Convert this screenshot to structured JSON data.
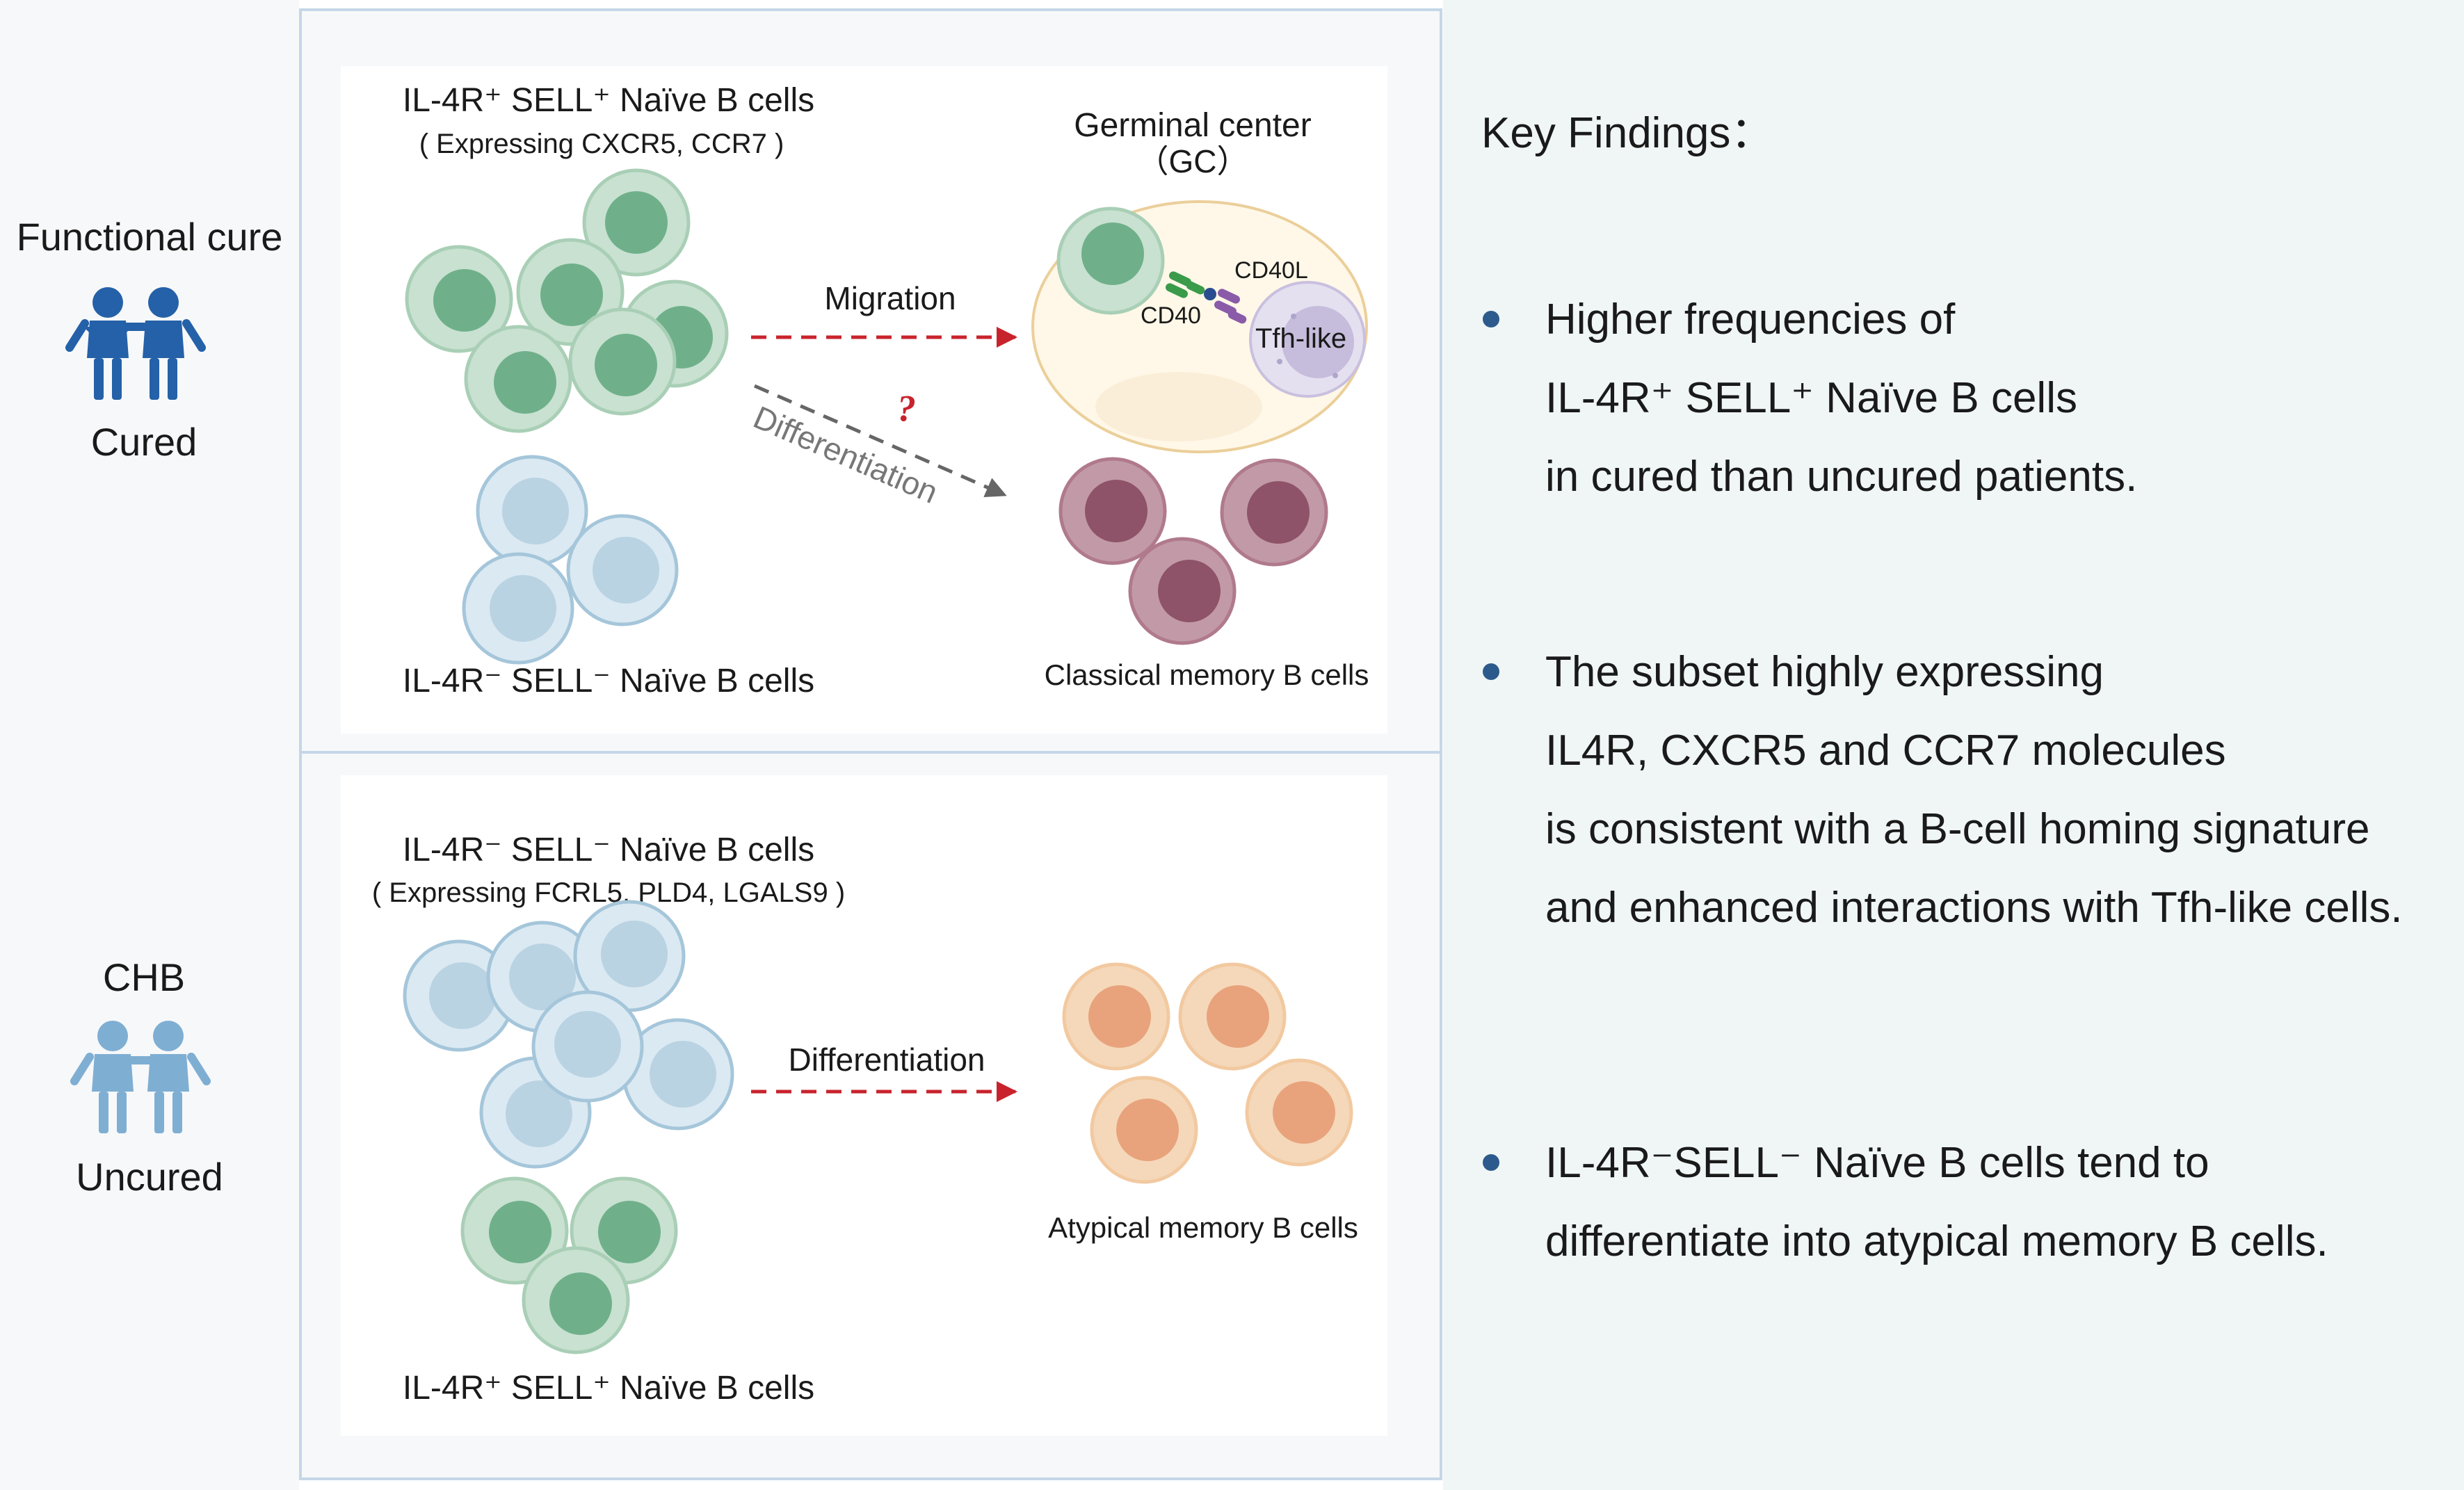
{
  "groups": {
    "top": {
      "label": "Functional cure",
      "sublabel": "Cured"
    },
    "bottom": {
      "label": "CHB",
      "sublabel": "Uncured"
    }
  },
  "top_panel": {
    "pos_cells_title": "IL-4R⁺ SELL⁺ Naïve B cells",
    "pos_cells_subtitle": "( Expressing CXCR5, CCR7 )",
    "neg_cells_title": "IL-4R⁻ SELL⁻ Naïve B cells",
    "gc_title": "Germinal center",
    "gc_subtitle": "（GC）",
    "cd40l_label": "CD40L",
    "cd40_label": "CD40",
    "tfh_label": "Tfh-like",
    "migration_label": "Migration",
    "differentiation_label": "Differentiation",
    "question_mark": "?",
    "classical_label": "Classical memory B cells"
  },
  "bottom_panel": {
    "neg_cells_title": "IL-4R⁻ SELL⁻ Naïve B cells",
    "neg_cells_subtitle": "( Expressing FCRL5, PLD4, LGALS9 )",
    "differentiation_label": "Differentiation",
    "atypical_label": "Atypical memory B cells",
    "pos_cells_title": "IL-4R⁺ SELL⁺ Naïve B cells"
  },
  "key_findings": {
    "title": "Key Findings：",
    "items": [
      {
        "lines": [
          "Higher frequencies of",
          "IL-4R⁺ SELL⁺ Naïve B cells",
          "in cured than uncured patients."
        ]
      },
      {
        "lines": [
          "The subset highly expressing",
          "IL4R, CXCR5 and CCR7 molecules",
          "is consistent with a B-cell homing signature",
          "and enhanced interactions with Tfh-like cells."
        ]
      },
      {
        "lines": [
          "IL-4R⁻SELL⁻ Naïve B cells tend to",
          "differentiate into atypical memory B cells."
        ]
      }
    ]
  },
  "colors": {
    "green_cell": "#a9cfb6",
    "green_nucleus": "#6fb08a",
    "blue_cell": "#c9dfec",
    "blue_nucleus": "#a5c6da",
    "maroon_cell": "#b07a8c",
    "maroon_nucleus": "#8e5368",
    "orange_cell": "#f2c9a0",
    "orange_nucleus": "#e8a37c",
    "arrow_red": "#c8232c",
    "arrow_gray": "#666666",
    "findings_bg": "#f0f6f6",
    "panel_border": "#c5d7e8",
    "cured_person": "#2461a8",
    "uncured_person": "#7faed3",
    "bullet": "#2d5a8c"
  }
}
